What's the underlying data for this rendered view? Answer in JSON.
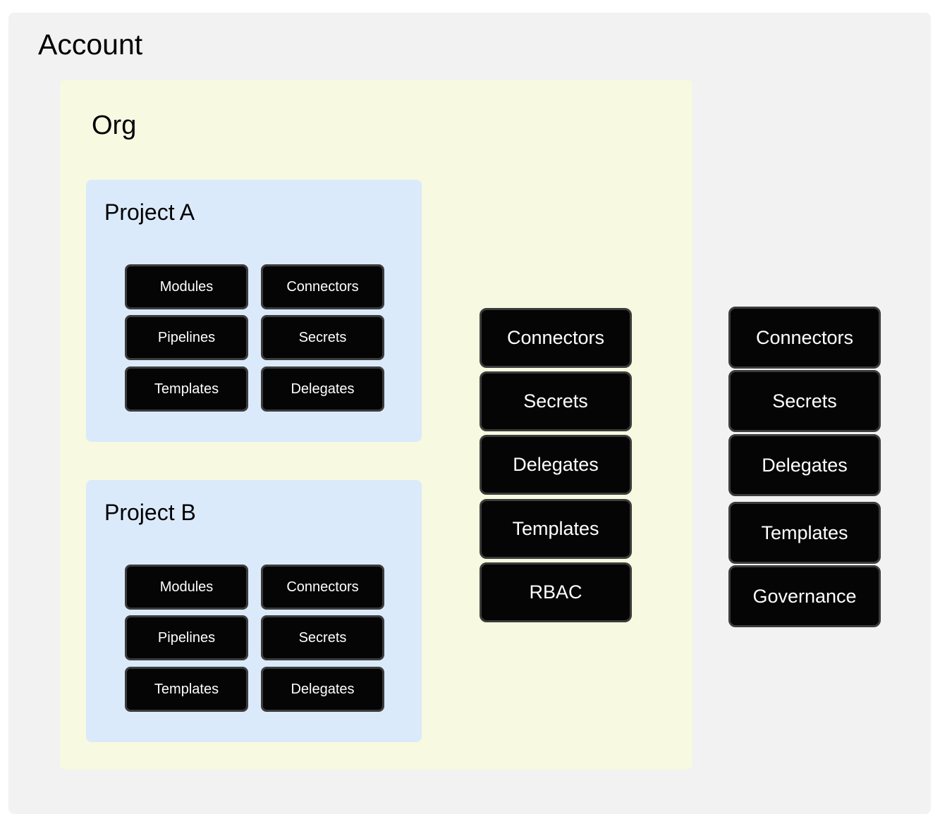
{
  "colors": {
    "page_background": "#ffffff",
    "account_card": "#f2f2f2",
    "org_card": "#f7f9e0",
    "project_card": "#dbeafb",
    "pill_fill": "#050505",
    "pill_border": "#3c3c3c",
    "pill_text": "#ffffff",
    "title_text": "#000000"
  },
  "account": {
    "title": "Account",
    "resources": [
      {
        "label": "Connectors"
      },
      {
        "label": "Secrets"
      },
      {
        "label": "Delegates"
      },
      {
        "label": "Templates"
      },
      {
        "label": "Governance"
      }
    ]
  },
  "org": {
    "title": "Org",
    "resources": [
      {
        "label": "Connectors"
      },
      {
        "label": "Secrets"
      },
      {
        "label": "Delegates"
      },
      {
        "label": "Templates"
      },
      {
        "label": "RBAC"
      }
    ]
  },
  "projects": [
    {
      "title": "Project A",
      "resources_left": [
        {
          "label": "Modules"
        },
        {
          "label": "Pipelines"
        },
        {
          "label": "Templates"
        }
      ],
      "resources_right": [
        {
          "label": "Connectors"
        },
        {
          "label": "Secrets"
        },
        {
          "label": "Delegates"
        }
      ]
    },
    {
      "title": "Project B",
      "resources_left": [
        {
          "label": "Modules"
        },
        {
          "label": "Pipelines"
        },
        {
          "label": "Templates"
        }
      ],
      "resources_right": [
        {
          "label": "Connectors"
        },
        {
          "label": "Secrets"
        },
        {
          "label": "Delegates"
        }
      ]
    }
  ]
}
